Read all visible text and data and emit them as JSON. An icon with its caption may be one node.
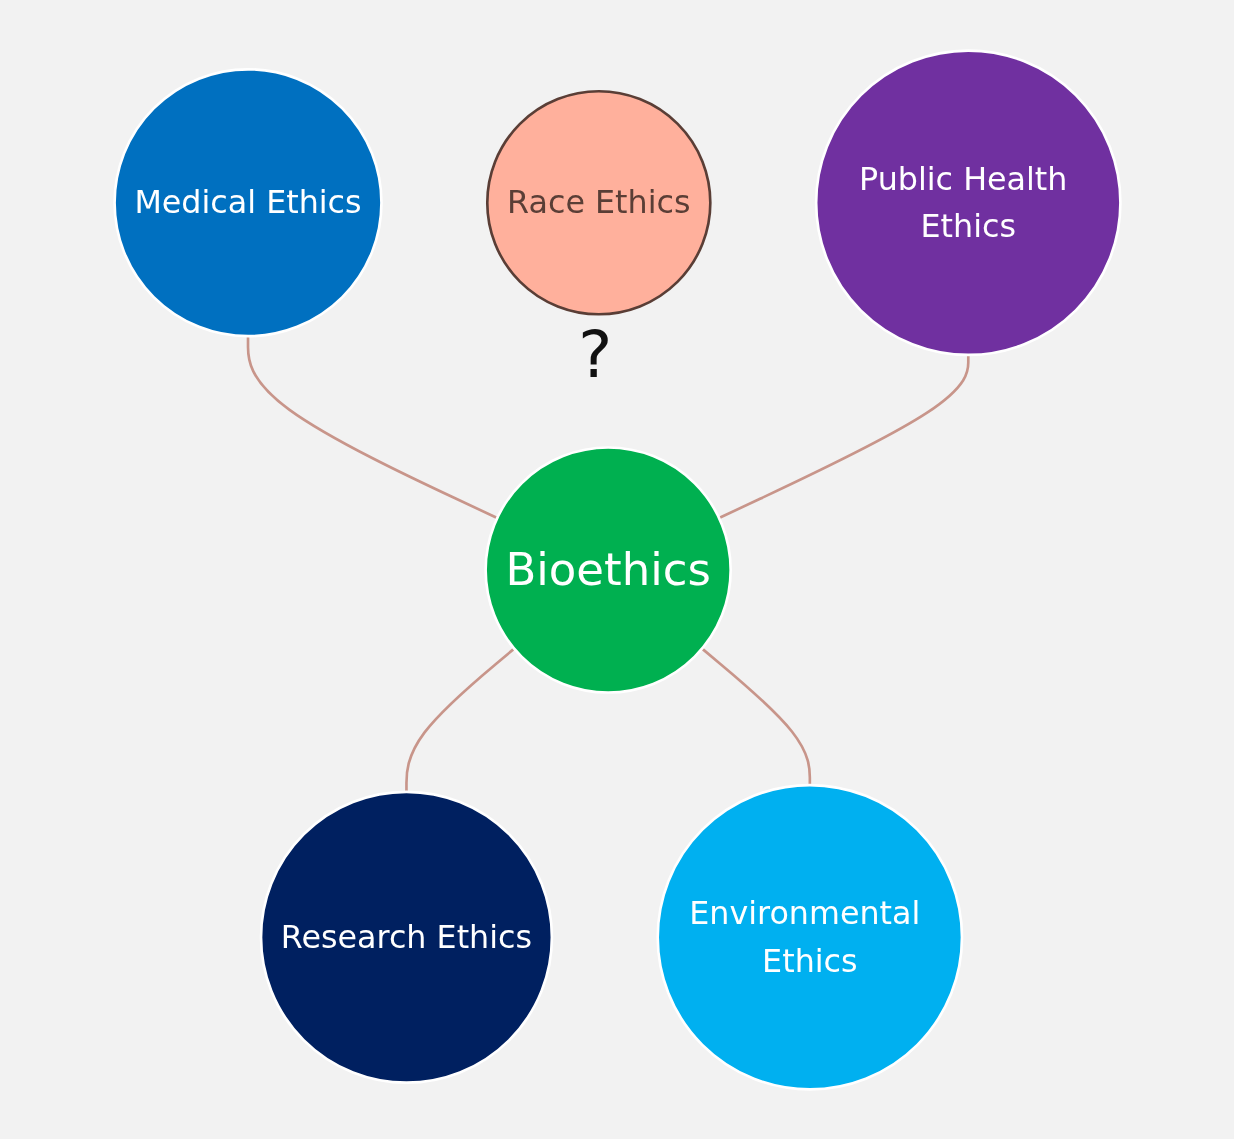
{
  "diagram": {
    "nodes": [
      {
        "text": [
          "Medical Ethics"
        ]
      },
      {
        "text": [
          "Race Ethics"
        ],
        "beside": [
          "?"
        ]
      },
      {
        "text": [
          "Public Health Ethics"
        ]
      },
      {
        "text": [
          "Bioethics"
        ]
      },
      {
        "text": [
          "Research Ethics"
        ]
      },
      {
        "text": [
          "Environmental Ethics"
        ]
      }
    ],
    "edges": [
      {
        "from": 0,
        "to": 3,
        "arrow": "none"
      },
      {
        "from": 2,
        "to": 3,
        "arrow": "none"
      },
      {
        "from": 3,
        "to": 4,
        "arrow": "none"
      },
      {
        "from": 3,
        "to": 5,
        "arrow": "none"
      }
    ]
  }
}
